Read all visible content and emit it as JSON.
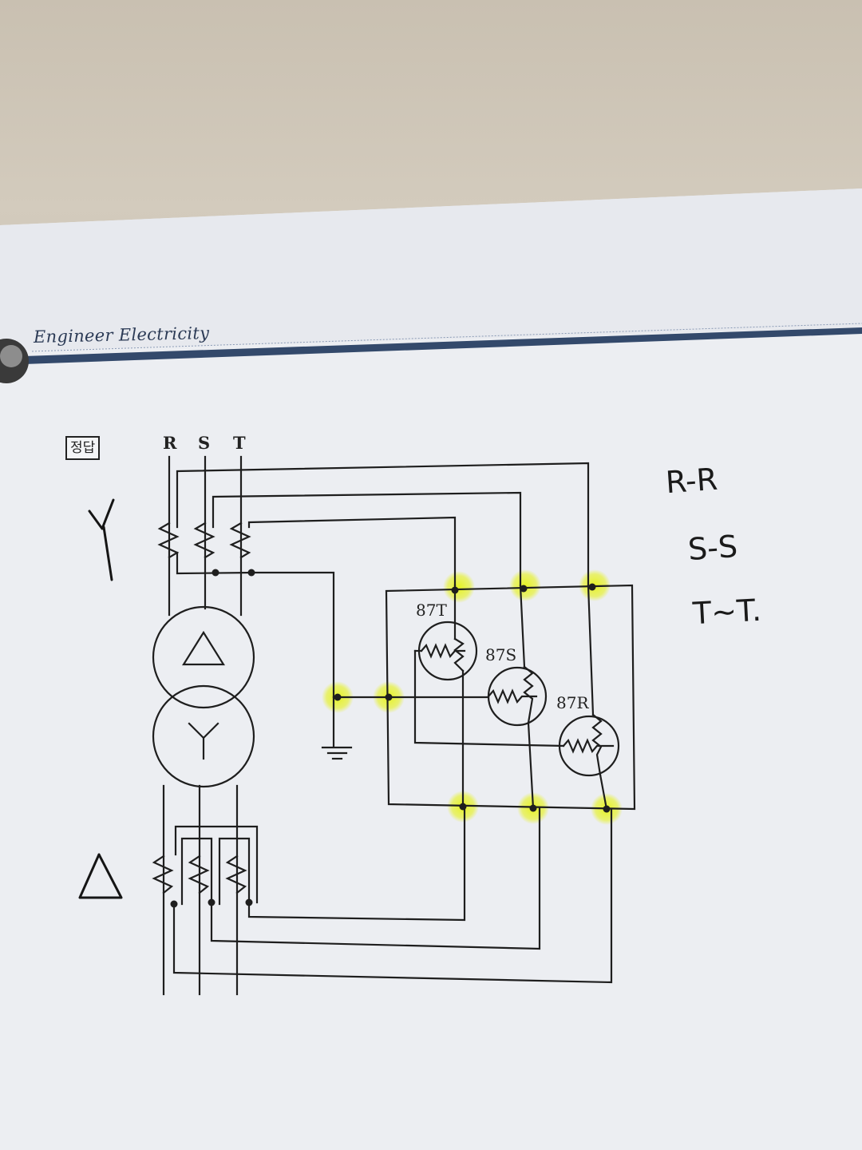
{
  "header": {
    "title": "Engineer Electricity"
  },
  "answer_box": {
    "label": "정답"
  },
  "phases": [
    "R",
    "S",
    "T"
  ],
  "relays": [
    "87T",
    "87S",
    "87R"
  ],
  "transformer": {
    "primary_symbol": "△",
    "secondary_symbol": "Y"
  },
  "handwritten": {
    "ct_top": "Y",
    "ct_bottom": "△",
    "notes": [
      "R-R",
      "S-S",
      "T~T."
    ]
  },
  "colors": {
    "highlight": "#e6f21a",
    "header_rule": "#2f4464",
    "ink": "#1e1e1e"
  }
}
